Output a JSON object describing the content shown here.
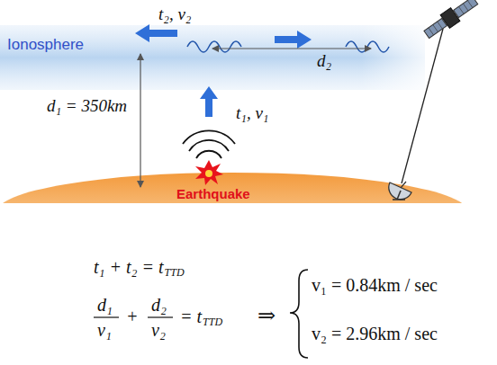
{
  "diagram": {
    "nodes": [
      {
        "text": [
          "Ionosphere"
        ]
      }
    ],
    "labels": [
      "t₂, v₂",
      "d₂",
      "d₁ = 350km",
      "t₁, v₁",
      "Earthquake",
      "t₁ + t₂ = t",
      "TTD",
      "d₁",
      "v₁",
      "+",
      "d₂",
      "v₂",
      "= t",
      "TTD",
      "⇒",
      "v₁ = 0.84km / sec",
      "v₂ = 2.96km / sec"
    ]
  }
}
